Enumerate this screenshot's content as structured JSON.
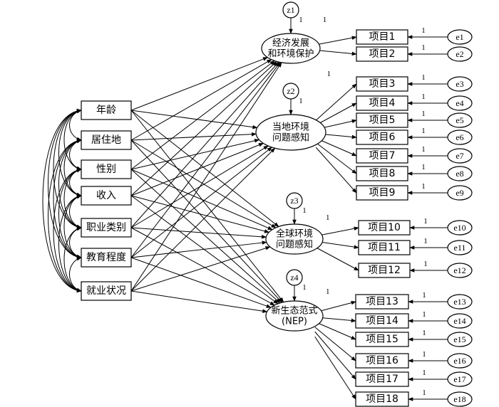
{
  "predictors": [
    "年龄",
    "居住地",
    "性别",
    "收入",
    "职业类别",
    "教育程度",
    "就业状况"
  ],
  "latents": [
    {
      "line1": "经济发展",
      "line2": "和环境保护",
      "disturbance": "z1"
    },
    {
      "line1": "当地环境",
      "line2": "问题感知",
      "disturbance": "z2"
    },
    {
      "line1": "全球环境",
      "line2": "问题感知",
      "disturbance": "z3"
    },
    {
      "line1": "新生态范式",
      "line2": "(NEP)",
      "disturbance": "z4"
    }
  ],
  "indicators": [
    {
      "items": [
        "项目1",
        "项目2"
      ],
      "errors": [
        "e1",
        "e2"
      ]
    },
    {
      "items": [
        "项目3",
        "项目4",
        "项目5",
        "项目6",
        "项目7",
        "项目8",
        "项目9"
      ],
      "errors": [
        "e3",
        "e4",
        "e5",
        "e6",
        "e7",
        "e8",
        "e9"
      ]
    },
    {
      "items": [
        "项目10",
        "项目11",
        "项目12"
      ],
      "errors": [
        "e10",
        "e11",
        "e12"
      ]
    },
    {
      "items": [
        "项目13",
        "项目14",
        "项目15",
        "项目16",
        "项目17",
        "项目18"
      ],
      "errors": [
        "e13",
        "e14",
        "e15",
        "e16",
        "e17",
        "e18"
      ]
    }
  ],
  "fixed_loading": "1"
}
